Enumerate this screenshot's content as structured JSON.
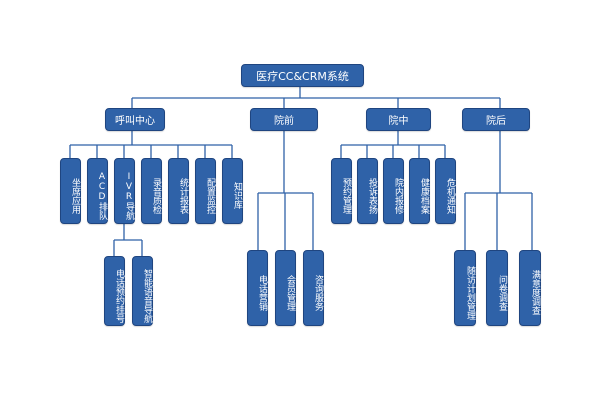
{
  "diagram": {
    "title": "医疗CC&CRM系统",
    "colors": {
      "box_fill": "#2f62a8",
      "box_border": "#1f4580",
      "text": "#ffffff",
      "line": "#2f62a8"
    },
    "categories": [
      {
        "label": "呼叫中心",
        "children": [
          "坐席应用",
          "ACD排队",
          "IVR导航",
          "录音质检",
          "统计报表",
          "配置监控",
          "知识库"
        ],
        "sub_children_of_IVR": [
          "电话预约挂号",
          "智能语音导航"
        ]
      },
      {
        "label": "院前",
        "children": [
          "电话营销",
          "会员管理",
          "咨询服务"
        ]
      },
      {
        "label": "院中",
        "children": [
          "预约管理",
          "投诉表扬",
          "院内报修",
          "健康档案",
          "危机通知"
        ]
      },
      {
        "label": "院后",
        "children": [
          "随访计划管理",
          "问卷调查",
          "满意度调查"
        ]
      }
    ]
  }
}
